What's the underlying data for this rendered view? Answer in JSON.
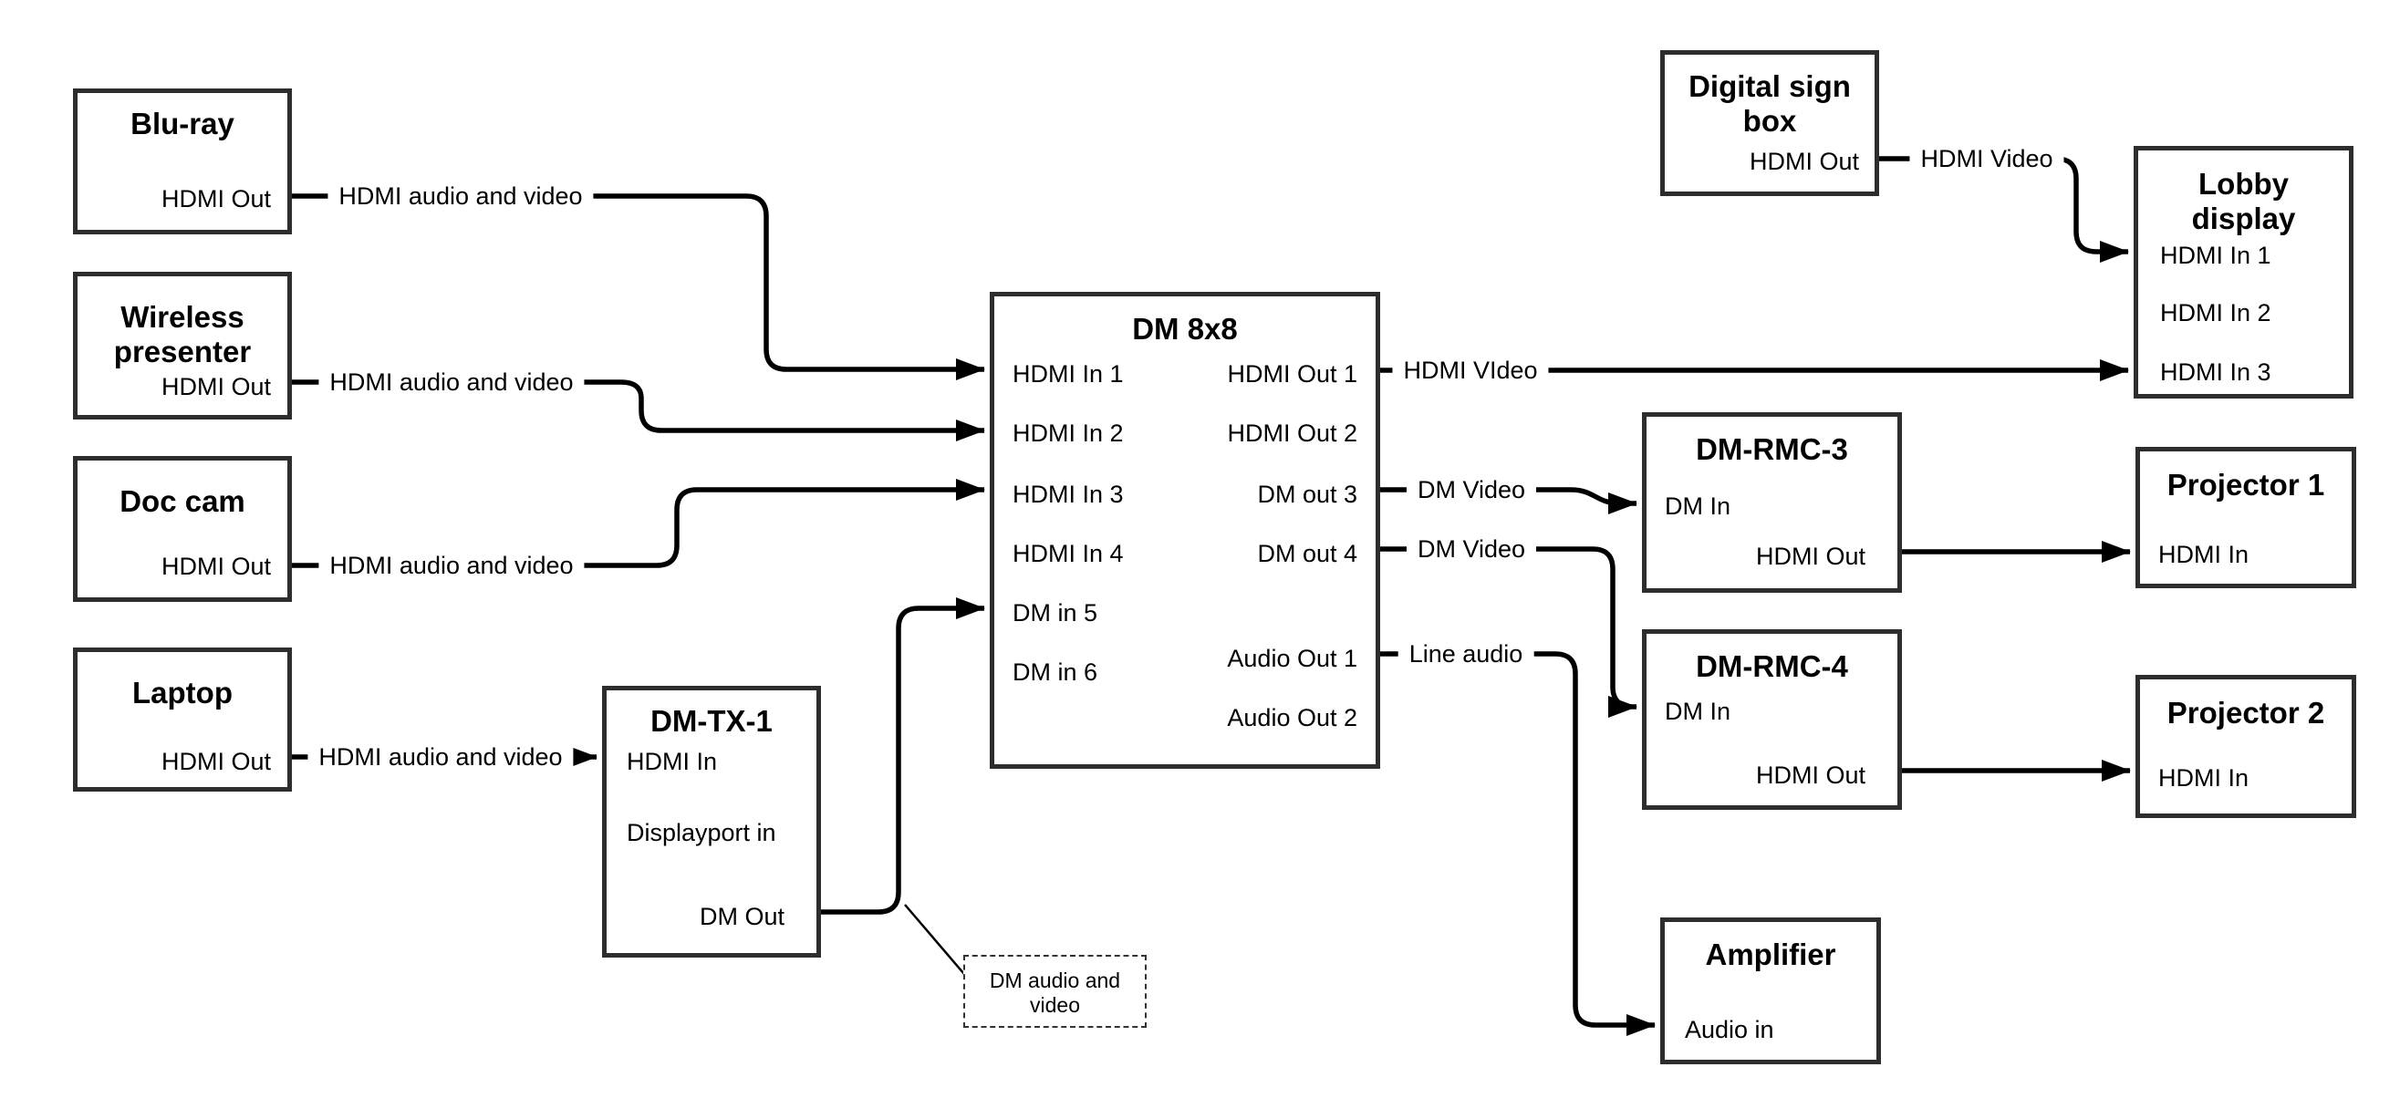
{
  "boxes": {
    "bluray": {
      "title_lines": [
        "Blu-ray"
      ],
      "ports": {
        "hdmi_out": "HDMI Out"
      }
    },
    "wireless_presenter": {
      "title_lines": [
        "Wireless",
        "presenter"
      ],
      "ports": {
        "hdmi_out": "HDMI Out"
      }
    },
    "doc_cam": {
      "title_lines": [
        "Doc cam"
      ],
      "ports": {
        "hdmi_out": "HDMI Out"
      }
    },
    "laptop": {
      "title_lines": [
        "Laptop"
      ],
      "ports": {
        "hdmi_out": "HDMI Out"
      }
    },
    "dm_tx_1": {
      "title_lines": [
        "DM-TX-1"
      ],
      "ports": {
        "hdmi_in": "HDMI In",
        "displayport_in": "Displayport in",
        "dm_out": "DM Out"
      }
    },
    "dm_8x8": {
      "title_lines": [
        "DM 8x8"
      ],
      "left_ports": [
        "HDMI In 1",
        "HDMI In 2",
        "HDMI In 3",
        "HDMI In 4",
        "DM in 5",
        "DM in 6"
      ],
      "right_ports": [
        "HDMI Out 1",
        "HDMI Out 2",
        "DM out 3",
        "DM out 4",
        "Audio Out 1",
        "Audio Out 2"
      ]
    },
    "digital_sign_box": {
      "title_lines": [
        "Digital sign",
        "box"
      ],
      "ports": {
        "hdmi_out": "HDMI Out"
      }
    },
    "lobby_display": {
      "title_lines": [
        "Lobby",
        "display"
      ],
      "ports": [
        "HDMI In 1",
        "HDMI In 2",
        "HDMI In 3"
      ]
    },
    "dm_rmc_3": {
      "title_lines": [
        "DM-RMC-3"
      ],
      "ports": {
        "dm_in": "DM In",
        "hdmi_out": "HDMI Out"
      }
    },
    "projector_1": {
      "title_lines": [
        "Projector 1"
      ],
      "ports": {
        "hdmi_in": "HDMI In"
      }
    },
    "dm_rmc_4": {
      "title_lines": [
        "DM-RMC-4"
      ],
      "ports": {
        "dm_in": "DM In",
        "hdmi_out": "HDMI Out"
      }
    },
    "projector_2": {
      "title_lines": [
        "Projector 2"
      ],
      "ports": {
        "hdmi_in": "HDMI In"
      }
    },
    "amplifier": {
      "title_lines": [
        "Amplifier"
      ],
      "ports": {
        "audio_in": "Audio in"
      }
    }
  },
  "connection_labels": {
    "bluray_to_dm8x8": "HDMI audio and video",
    "wireless_to_dm8x8": "HDMI audio and video",
    "doccam_to_dm8x8": "HDMI audio and video",
    "laptop_to_dmtx1": "HDMI audio and video",
    "dm8x8_out1_to_lobby": "HDMI VIdeo",
    "dm8x8_out3_to_rmc3": "DM Video",
    "dm8x8_out4_to_rmc4": "DM Video",
    "dm8x8_audio1_to_amplifier": "Line audio",
    "digitalsign_to_lobby": "HDMI Video"
  },
  "callout": {
    "lines": [
      "DM audio and",
      "video"
    ]
  },
  "colors": {
    "background": "#ffffff",
    "line": "#000000",
    "box_border": "#2d2d2d",
    "text": "#000000"
  }
}
